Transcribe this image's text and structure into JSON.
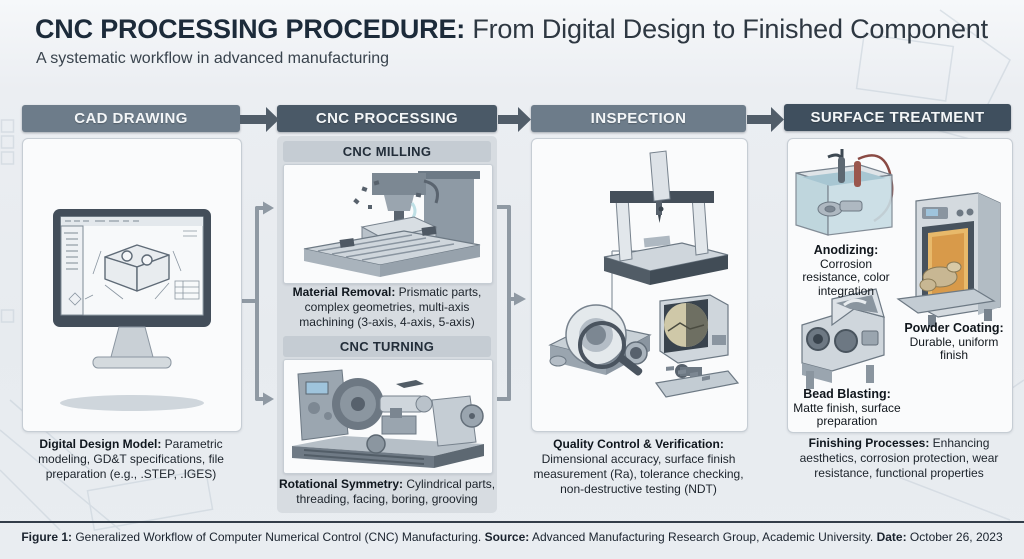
{
  "title": {
    "emphasis": "CNC PROCESSING PROCEDURE:",
    "rest": " From Digital Design to Finished Component",
    "subtitle": "A systematic workflow in advanced manufacturing"
  },
  "stages": [
    {
      "header": "CAD DRAWING",
      "caption_bold": "Digital Design Model:",
      "caption_rest": " Parametric modeling, GD&T specifications, file preparation (e.g., .STEP, .IGES)"
    },
    {
      "header": "CNC PROCESSING",
      "sub": [
        {
          "header": "CNC MILLING",
          "caption_bold": "Material Removal:",
          "caption_rest": " Prismatic parts, complex geometries, multi-axis machining (3-axis, 4-axis, 5-axis)"
        },
        {
          "header": "CNC TURNING",
          "caption_bold": "Rotational Symmetry:",
          "caption_rest": " Cylindrical parts, threading, facing, boring, grooving"
        }
      ]
    },
    {
      "header": "INSPECTION",
      "caption_bold": "Quality Control & Verification:",
      "caption_rest": " Dimensional accuracy, surface finish measurement (Ra), tolerance checking, non-destructive testing (NDT)"
    },
    {
      "header": "SURFACE TREATMENT",
      "labels": [
        {
          "bold": "Anodizing:",
          "rest": "Corrosion resistance, color integration"
        },
        {
          "bold": "Powder Coating:",
          "rest": "Durable, uniform finish"
        },
        {
          "bold": "Bead Blasting:",
          "rest": "Matte finish, surface preparation"
        }
      ],
      "caption_bold": "Finishing Processes:",
      "caption_rest": " Enhancing aesthetics, corrosion protection, wear resistance, functional properties"
    }
  ],
  "footer": {
    "fig_bold": "Figure 1:",
    "fig_rest": " Generalized Workflow of Computer Numerical Control (CNC) Manufacturing. ",
    "source_bold": "Source:",
    "source_rest": " Advanced Manufacturing Research Group, Academic University. ",
    "date_bold": "Date:",
    "date_rest": " October 26, 2023"
  },
  "colors": {
    "header_light": "#6d7c8a",
    "header_medium": "#4a5967",
    "header_dark": "#3f4f5e",
    "flow_arrow": "#515d69",
    "branch_connector": "#8f99a3",
    "subheader_bg": "#c5ccd3",
    "card_bg": "#fafbfc",
    "page_bg": "#e8ecf0",
    "title_navy": "#1c2b3a"
  },
  "icons": {
    "flow_arrow": "right-arrow",
    "branch": "split-merge-connector"
  }
}
